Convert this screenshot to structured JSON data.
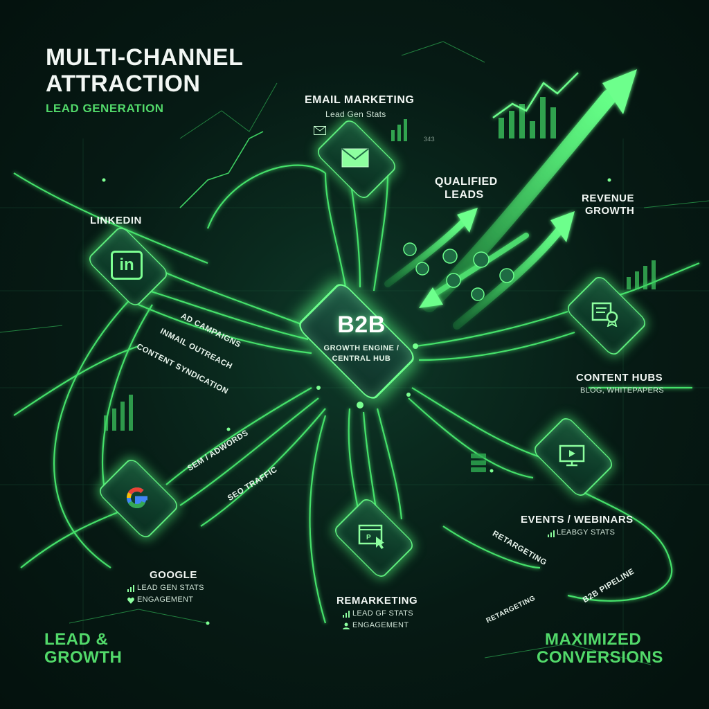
{
  "header": {
    "title_line1": "MULTI-CHANNEL",
    "title_line2": "ATTRACTION",
    "subtitle": "LEAD GENERATION"
  },
  "hub": {
    "title": "B2B",
    "subtitle_line1": "GROWTH ENGINE /",
    "subtitle_line2": "CENTRAL HUB"
  },
  "channels": {
    "email": {
      "title": "EMAIL MARKETING",
      "stat": "Lead Gen Stats",
      "icon": "envelope-icon"
    },
    "linkedin": {
      "title": "LINKEDIN",
      "icon": "linkedin-icon",
      "badge": "in"
    },
    "google": {
      "title": "GOOGLE",
      "stat1": "LEAD GEN STATS",
      "stat2": "ENGAGEMENT",
      "icon": "google-icon"
    },
    "remarketing": {
      "title": "REMARKETING",
      "stat1": "LEAD GF STATS",
      "stat2": "ENGAGEMENT",
      "icon": "browser-cursor-icon"
    },
    "content_hubs": {
      "title": "CONTENT HUBS",
      "stat": "BLOG, WHITEPAPERS",
      "icon": "document-badge-icon"
    },
    "events": {
      "title": "EVENTS / WEBINARS",
      "stat": "LEABGY STATS",
      "icon": "video-screen-icon"
    }
  },
  "path_labels": {
    "ad_campaigns": "AD CAMPAIGNS",
    "inmail": "INMAIL OUTREACH",
    "syndication": "CONTENT SYNDICATION",
    "sem": "SEM / ADWORDS",
    "seo": "SEO TRAFFIC",
    "retargeting1": "RETARGETING",
    "retargeting2": "RETARGETING",
    "pipeline": "B2B PIPELINE"
  },
  "outcomes": {
    "qualified_leads_line1": "QUALIFIED",
    "qualified_leads_line2": "LEADS",
    "revenue_line1": "REVENUE",
    "revenue_line2": "GROWTH",
    "small_stat": "343"
  },
  "footer": {
    "left_line1": "LEAD &",
    "left_line2": "GROWTH",
    "right_line1": "MAXIMIZED",
    "right_line2": "CONVERSIONS"
  },
  "colors": {
    "accent": "#52d96a",
    "glow": "#6dff8c",
    "background": "#061a14"
  }
}
